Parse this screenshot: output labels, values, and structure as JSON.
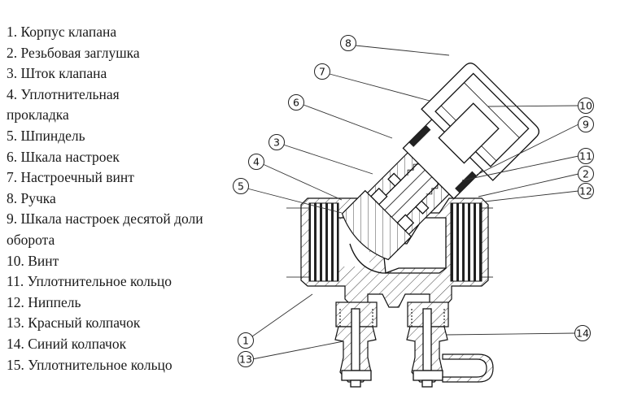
{
  "legend": {
    "items": [
      "1. Корпус клапана",
      "2. Резьбовая заглушка",
      "3. Шток клапана",
      "4. Уплотнительная прокладка",
      "5. Шпиндель",
      "6. Шкала настроек",
      "7. Настроечный винт",
      "8. Ручка",
      "9. Шкала настроек десятой доли оборота",
      "10. Винт",
      "11. Уплотнительное кольцо",
      "12. Ниппель",
      "13. Красный колпачок",
      "14. Синий колпачок",
      "15. Уплотнительное кольцо"
    ]
  },
  "diagram": {
    "title": "Balancing valve cross-section",
    "callouts": [
      {
        "label": "8",
        "part": "Ручка"
      },
      {
        "label": "7",
        "part": "Настроечный винт"
      },
      {
        "label": "6",
        "part": "Шкала настроек"
      },
      {
        "label": "3",
        "part": "Шток клапана"
      },
      {
        "label": "4",
        "part": "Уплотнительная прокладка"
      },
      {
        "label": "5",
        "part": "Шпиндель"
      },
      {
        "label": "10",
        "part": "Винт"
      },
      {
        "label": "9",
        "part": "Шкала настроек десятой доли оборота"
      },
      {
        "label": "11",
        "part": "Уплотнительное кольцо"
      },
      {
        "label": "2",
        "part": "Резьбовая заглушка"
      },
      {
        "label": "12",
        "part": "Ниппель"
      },
      {
        "label": "14",
        "part": "Синий колпачок"
      },
      {
        "label": "1",
        "part": "Корпус клапана"
      },
      {
        "label": "13",
        "part": "Красный колпачок"
      }
    ]
  }
}
